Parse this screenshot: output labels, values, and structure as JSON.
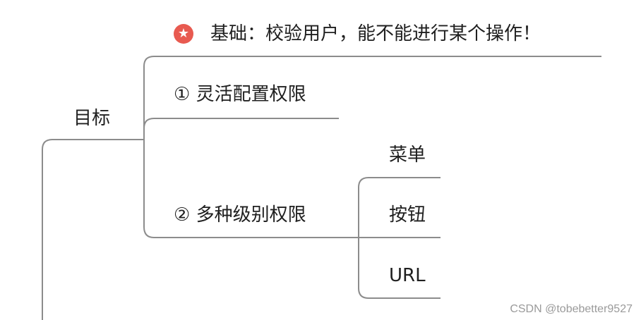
{
  "mindmap": {
    "root": {
      "label": "目标"
    },
    "branches": [
      {
        "label": "基础：校验用户，能不能进行某个操作！",
        "marker": "star-icon"
      },
      {
        "label": "① 灵活配置权限"
      },
      {
        "label": "② 多种级别权限",
        "children": [
          {
            "label": "菜单"
          },
          {
            "label": "按钮"
          },
          {
            "label": "URL"
          }
        ]
      }
    ]
  },
  "watermark": {
    "text": "CSDN @tobebetter9527"
  },
  "colors": {
    "line": "#8c8c8c",
    "marker": "#e85a50",
    "text": "#1f1f1f",
    "watermark": "#9a9a9a"
  }
}
